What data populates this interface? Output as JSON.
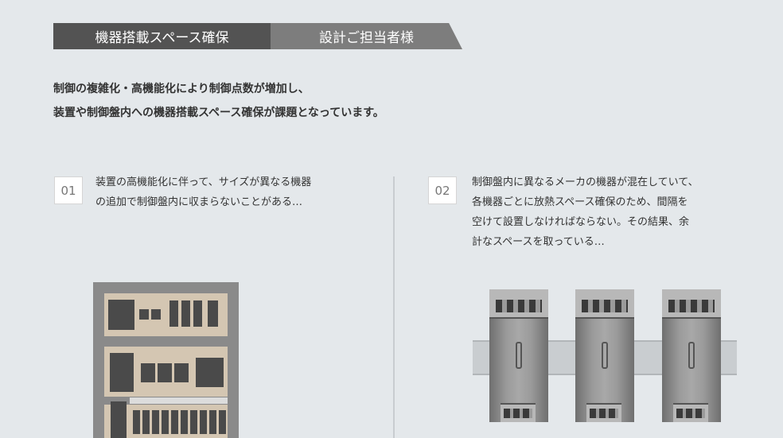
{
  "tabs": [
    {
      "label": "機器搭載スペース確保"
    },
    {
      "label": "設計ご担当者様"
    }
  ],
  "intro": {
    "line1": "制御の複雑化・高機能化により制御点数が増加し、",
    "line2": "装置や制御盤内への機器搭載スペース確保が課題となっています。"
  },
  "cases": [
    {
      "number": "01",
      "lines": [
        "装置の高機能化に伴って、サイズが異なる機器",
        "の追加で制御盤内に収まらないことがある…"
      ]
    },
    {
      "number": "02",
      "lines": [
        "制御盤内に異なるメーカの機器が混在していて、",
        "各機器ごとに放熱スペース確保のため、間隔を",
        "空けて設置しなければならない。その結果、余",
        "計なスペースを取っている…"
      ]
    }
  ],
  "colors": {
    "background": "#e4e8eb",
    "tab_active": "#535353",
    "tab_inactive": "#7d7d7d",
    "panel": "#8a8a8a",
    "rail": "#d4c6b2"
  }
}
